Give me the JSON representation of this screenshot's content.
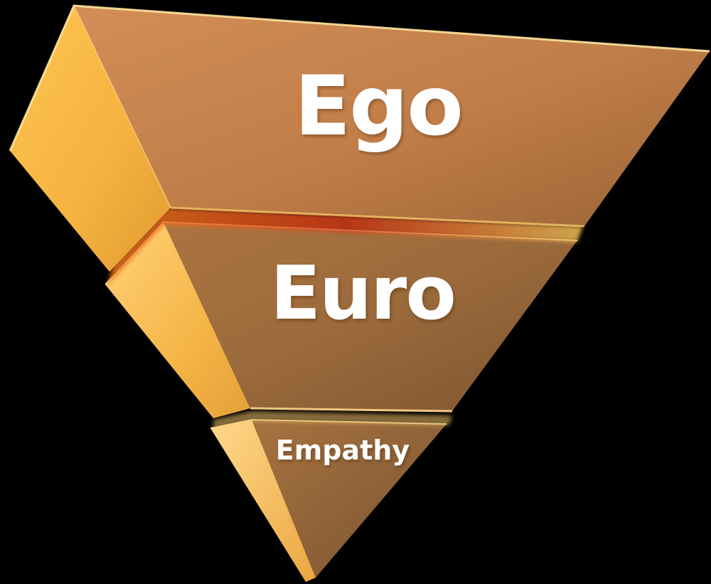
{
  "diagram": {
    "type": "inverted-pyramid",
    "tiers": [
      {
        "id": "top",
        "label": "Ego"
      },
      {
        "id": "middle",
        "label": "Euro"
      },
      {
        "id": "bottom",
        "label": "Empathy"
      }
    ]
  },
  "colors": {
    "background": "#000000",
    "front_face_top": "#c8844f",
    "front_face_middle": "#a06c3b",
    "front_face_bottom": "#9a6a3a",
    "side_face": "#f7b640",
    "edge_highlight": "#ffe8a8",
    "glow": "#e0501a",
    "text": "#ffffff"
  }
}
